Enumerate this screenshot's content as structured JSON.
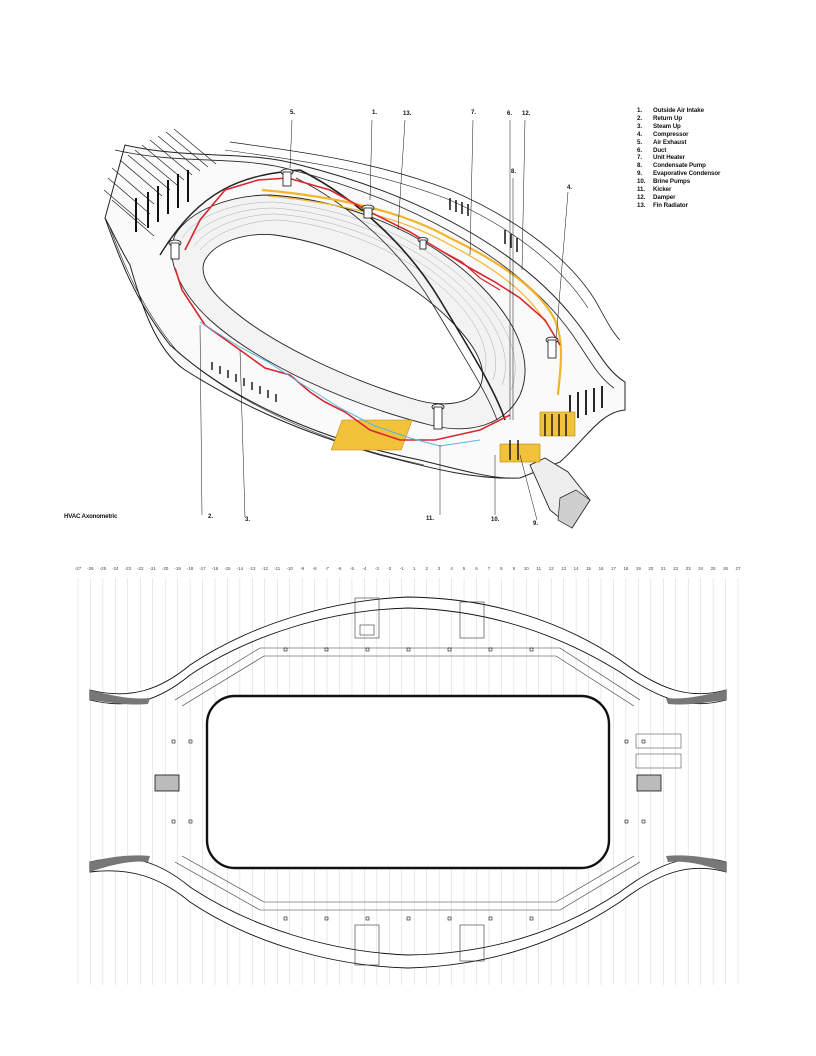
{
  "legend": {
    "items": [
      {
        "num": "1.",
        "label": "Outside Air Intake"
      },
      {
        "num": "2.",
        "label": "Return Up"
      },
      {
        "num": "3.",
        "label": "Steam Up"
      },
      {
        "num": "4.",
        "label": "Compressor"
      },
      {
        "num": "5.",
        "label": "Air Exhaust"
      },
      {
        "num": "6.",
        "label": "Duct"
      },
      {
        "num": "7.",
        "label": "Unit Heater"
      },
      {
        "num": "8.",
        "label": "Condensate Pump"
      },
      {
        "num": "9.",
        "label": "Evaporative Condensor"
      },
      {
        "num": "10.",
        "label": "Brine Pumps"
      },
      {
        "num": "11.",
        "label": "Kicker"
      },
      {
        "num": "12.",
        "label": "Damper"
      },
      {
        "num": "13.",
        "label": "Fin Radiator"
      }
    ]
  },
  "caption": "HVAC Axonometric",
  "callouts": {
    "c1": "1.",
    "c2": "2.",
    "c3": "3.",
    "c4": "4.",
    "c5": "5.",
    "c6": "6.",
    "c7": "7.",
    "c8": "8.",
    "c9": "9.",
    "c10": "10.",
    "c11": "11.",
    "c12": "12.",
    "c13": "13."
  },
  "plan_grid": {
    "labels": [
      "-27",
      "-26",
      "-25",
      "-24",
      "-23",
      "-22",
      "-21",
      "-20",
      "-19",
      "-18",
      "-17",
      "-16",
      "-15",
      "-14",
      "-13",
      "-12",
      "-11",
      "-10",
      "-9",
      "-8",
      "-7",
      "-6",
      "-5",
      "-4",
      "-3",
      "-2",
      "-1",
      "1",
      "2",
      "3",
      "4",
      "5",
      "6",
      "7",
      "8",
      "9",
      "10",
      "11",
      "12",
      "13",
      "14",
      "15",
      "16",
      "17",
      "18",
      "19",
      "20",
      "21",
      "22",
      "23",
      "24",
      "25",
      "26",
      "27"
    ]
  },
  "colors": {
    "duct_red": "#d8282f",
    "pipe_yellow": "#f2b52a",
    "pipe_blue": "#56b6e0",
    "line": "#222222"
  }
}
